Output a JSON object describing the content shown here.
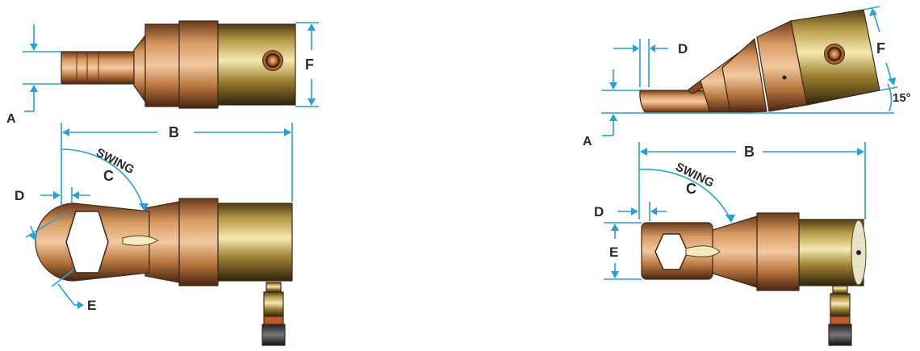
{
  "left_figure": {
    "top_view": {
      "labels": {
        "a": "A",
        "f": "F"
      }
    },
    "bottom_view": {
      "labels": {
        "b": "B",
        "c": "C",
        "d": "D",
        "e": "E",
        "swing": "SWING"
      }
    }
  },
  "right_figure": {
    "top_view": {
      "labels": {
        "a": "A",
        "d": "D",
        "f": "F",
        "angle": "15°"
      }
    },
    "bottom_view": {
      "labels": {
        "b": "B",
        "c": "C",
        "d": "D",
        "e": "E",
        "swing": "SWING"
      }
    }
  },
  "colors": {
    "dimension_line": "#2a9fd6",
    "copper": "#b8763f",
    "brass": "#c9b25a",
    "label_text": "#2b2b2b"
  }
}
